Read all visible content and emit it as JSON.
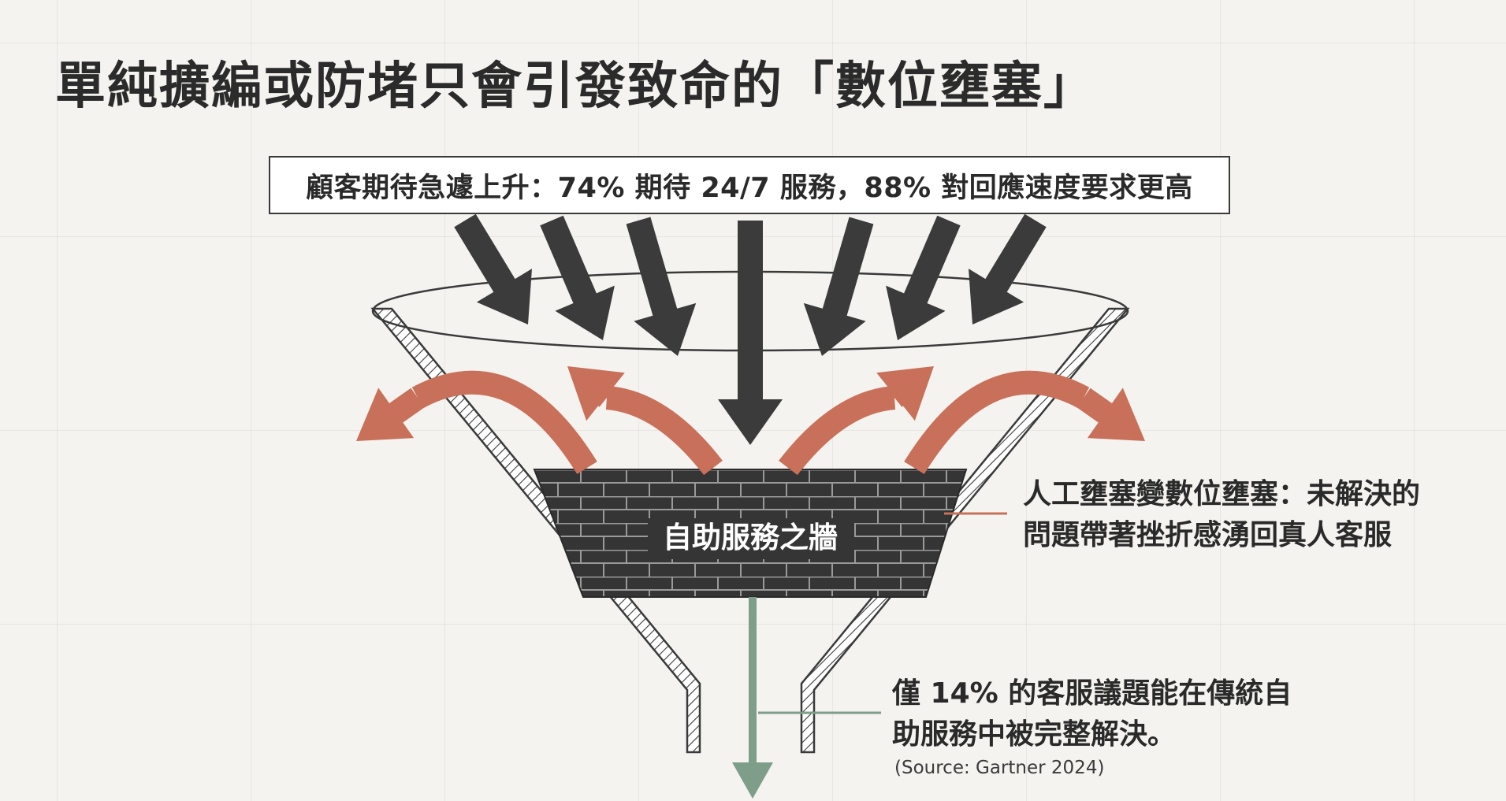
{
  "title": "單純擴編或防堵只會引發致命的「數位壅塞」",
  "headline": "顧客期待急遽上升：74% 期待 24/7 服務，88% 對回應速度要求更高",
  "wall_label": "自助服務之牆",
  "annotation_backflow": {
    "line1": "人工壅塞變數位壅塞：未解決的",
    "line2": "問題帶著挫折感湧回真人客服"
  },
  "annotation_resolved": {
    "line1": "僅 14% 的客服議題能在傳統自",
    "line2": "助服務中被完整解決。"
  },
  "source": "(Source: Gartner 2024)",
  "colors": {
    "inflow_arrow": "#3b3b3b",
    "backflow_arrow": "#c8705a",
    "resolved_arrow": "#7f9e8a",
    "wall": "#3a3a3a",
    "funnel_outline": "#3a3a3a"
  }
}
